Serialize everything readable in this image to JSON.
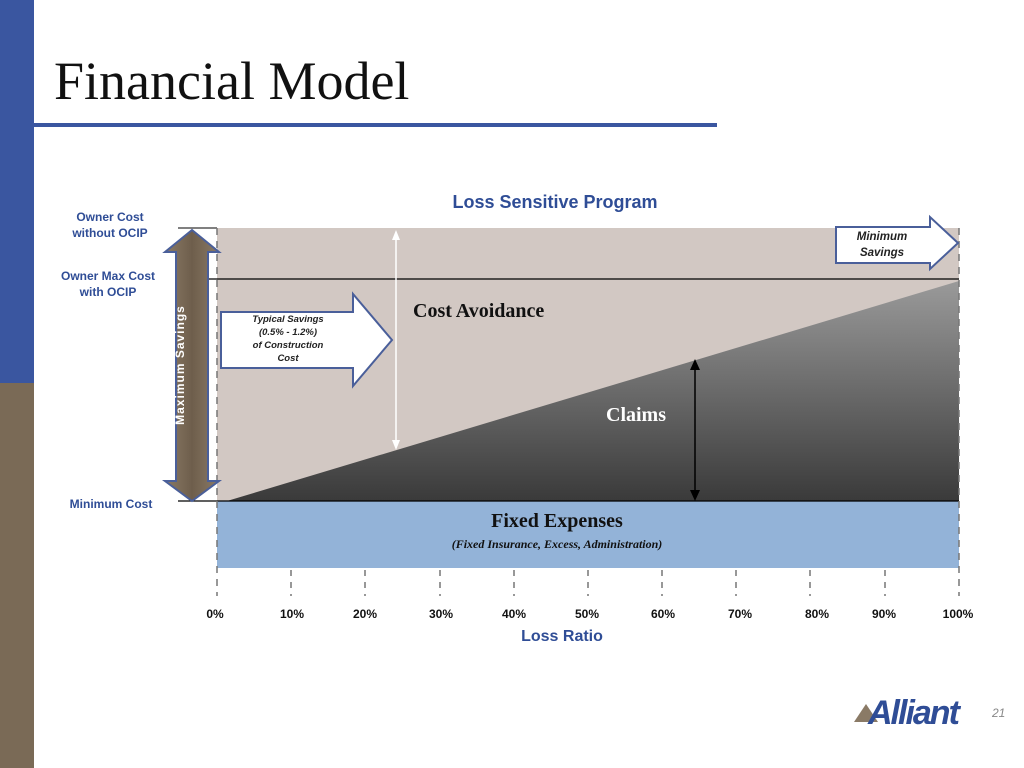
{
  "slide": {
    "title": "Financial Model",
    "page_number": "21",
    "logo_text": "Alliant"
  },
  "colors": {
    "accent_blue": "#3a56a0",
    "side_brown": "#7a6a56",
    "label_blue": "#2f4d96",
    "cost_avoidance_fill": "#d2c8c3",
    "fixed_expenses_fill": "#93b3d8"
  },
  "y_axis_labels": {
    "owner_cost": "Owner Cost\nwithout OCIP",
    "owner_max_cost": "Owner Max Cost\nwith OCIP",
    "minimum_cost": "Minimum Cost"
  },
  "chart_data": {
    "type": "area",
    "title": "Loss Sensitive Program",
    "xlabel": "Loss Ratio",
    "categories": [
      "0%",
      "10%",
      "20%",
      "30%",
      "40%",
      "50%",
      "60%",
      "70%",
      "80%",
      "90%",
      "100%"
    ],
    "regions": {
      "cost_avoidance": "Cost Avoidance",
      "claims": "Claims",
      "fixed_expenses": "Fixed Expenses",
      "fixed_expenses_note": "(Fixed Insurance, Excess, Administration)"
    },
    "callouts": {
      "maximum_savings": "Maximum  Savings",
      "typical_savings": "Typical Savings\n(0.5% - 1.2%)\nof Construction\nCost",
      "minimum_savings": "Minimum\nSavings"
    }
  }
}
